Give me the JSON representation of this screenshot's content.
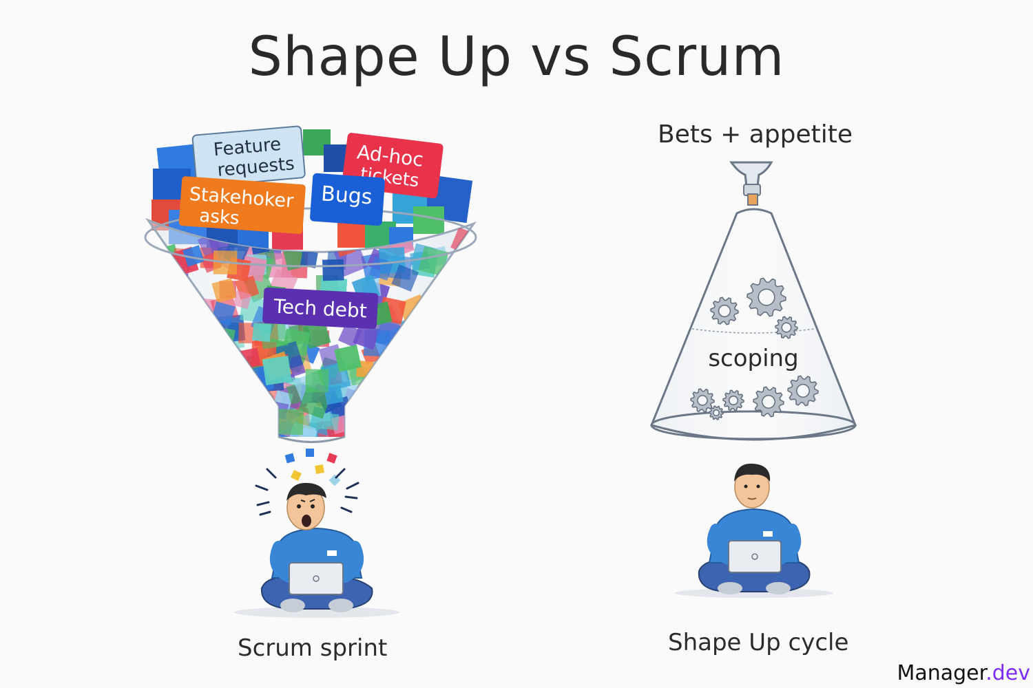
{
  "title": "Shape Up vs Scrum",
  "scrum": {
    "tags": [
      {
        "text_lines": [
          "Feature",
          "requests"
        ],
        "color": "#cfe3f2",
        "text_color": "#1f2f44"
      },
      {
        "text_lines": [
          "Ad-hoc",
          "tickets"
        ],
        "color": "#e8334a",
        "text_color": "#ffffff"
      },
      {
        "text_lines": [
          "Stakehoker",
          "asks"
        ],
        "color": "#f07a1e",
        "text_color": "#ffffff"
      },
      {
        "text_lines": [
          "Bugs"
        ],
        "color": "#1b5fd6",
        "text_color": "#ffffff"
      },
      {
        "text_lines": [
          "Tech debt"
        ],
        "color": "#5a2fb0",
        "text_color": "#ffffff"
      }
    ],
    "caption": "Scrum sprint"
  },
  "shapeup": {
    "top_label": "Bets + appetite",
    "inner_label": "scoping",
    "caption": "Shape Up cycle"
  },
  "brand": {
    "name": "Manager",
    "tld": ".dev"
  },
  "colors": {
    "shirt": "#3a86d6",
    "jeans": "#3d64b0",
    "skin": "#f2c69a",
    "hair": "#2a2a2a",
    "gear": "#b8bec8",
    "brand_accent": "#7b2cf5"
  }
}
